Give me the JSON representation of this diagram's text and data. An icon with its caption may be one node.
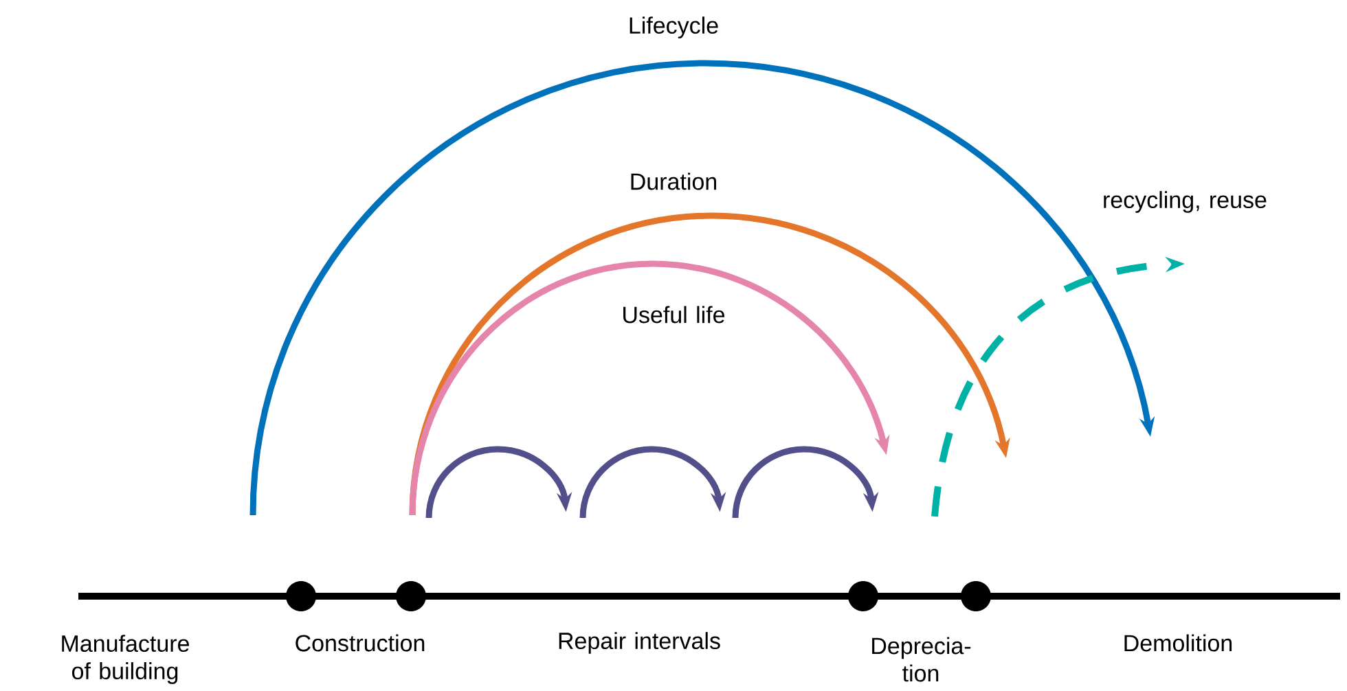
{
  "diagram": {
    "labels": [
      "Lifecycle",
      "recycling, reuse",
      "Duration",
      "Useful life",
      "Manufacture of building",
      "Construction",
      "Repair intervals",
      "Deprecia- tion",
      "Demolition"
    ]
  }
}
